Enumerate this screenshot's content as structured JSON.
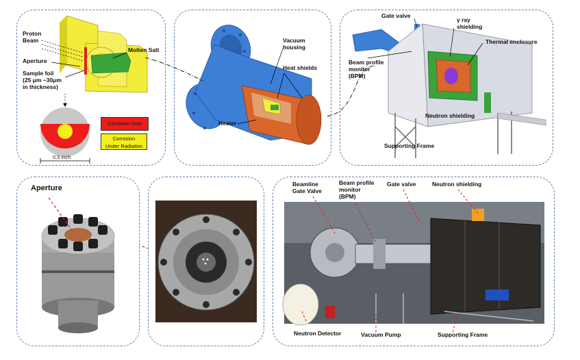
{
  "panel1": {
    "labels": {
      "proton_beam": "Proton\nBeam",
      "aperture": "Aperture",
      "molten_salt": "Molten Salt",
      "sample_foil": "Sample foil\n(25 μm ~30μm\nin thickness)",
      "scale": "0.5 inch"
    },
    "legend": {
      "corrosion_only": "Corrosion Only",
      "corrosion_radiation": "Corrosion\nUnder Radiation"
    }
  },
  "panel2": {
    "labels": {
      "vacuum_housing": "Vacuum\nhousing",
      "heat_shields": "Heat shields",
      "heater": "Heater"
    }
  },
  "panel3": {
    "labels": {
      "gate_valve": "Gate valve",
      "gamma_shielding": "γ ray\nshielding",
      "thermal_enclosure": "Thermal enclosure",
      "bpm": "Beam profile\nmonitor\n(BPM)",
      "neutron_shielding": "Neutron shielding",
      "supporting_frame": "Supporting Frame"
    }
  },
  "panel4": {
    "labels": {
      "aperture": "Aperture"
    }
  },
  "panel6": {
    "labels": {
      "beamline_gate_valve": "Beamline\nGate Valve",
      "bpm": "Beam profile\nmonitor\n(BPM)",
      "gate_valve": "Gate valve",
      "neutron_shielding": "Neutron shielding",
      "neutron_detector": "Neutron Detector",
      "vacuum_pump": "Vacuum Pump",
      "supporting_frame": "Supporting Frame"
    }
  },
  "colors": {
    "panel_border": "#5b7fb0",
    "corrosion_only": "#ee1c1c",
    "corrosion_radiation": "#f4ee1a",
    "housing_blue": "#3d7fd6",
    "heat_shield_orange": "#d9662b",
    "shield_green": "#3aa33a"
  }
}
